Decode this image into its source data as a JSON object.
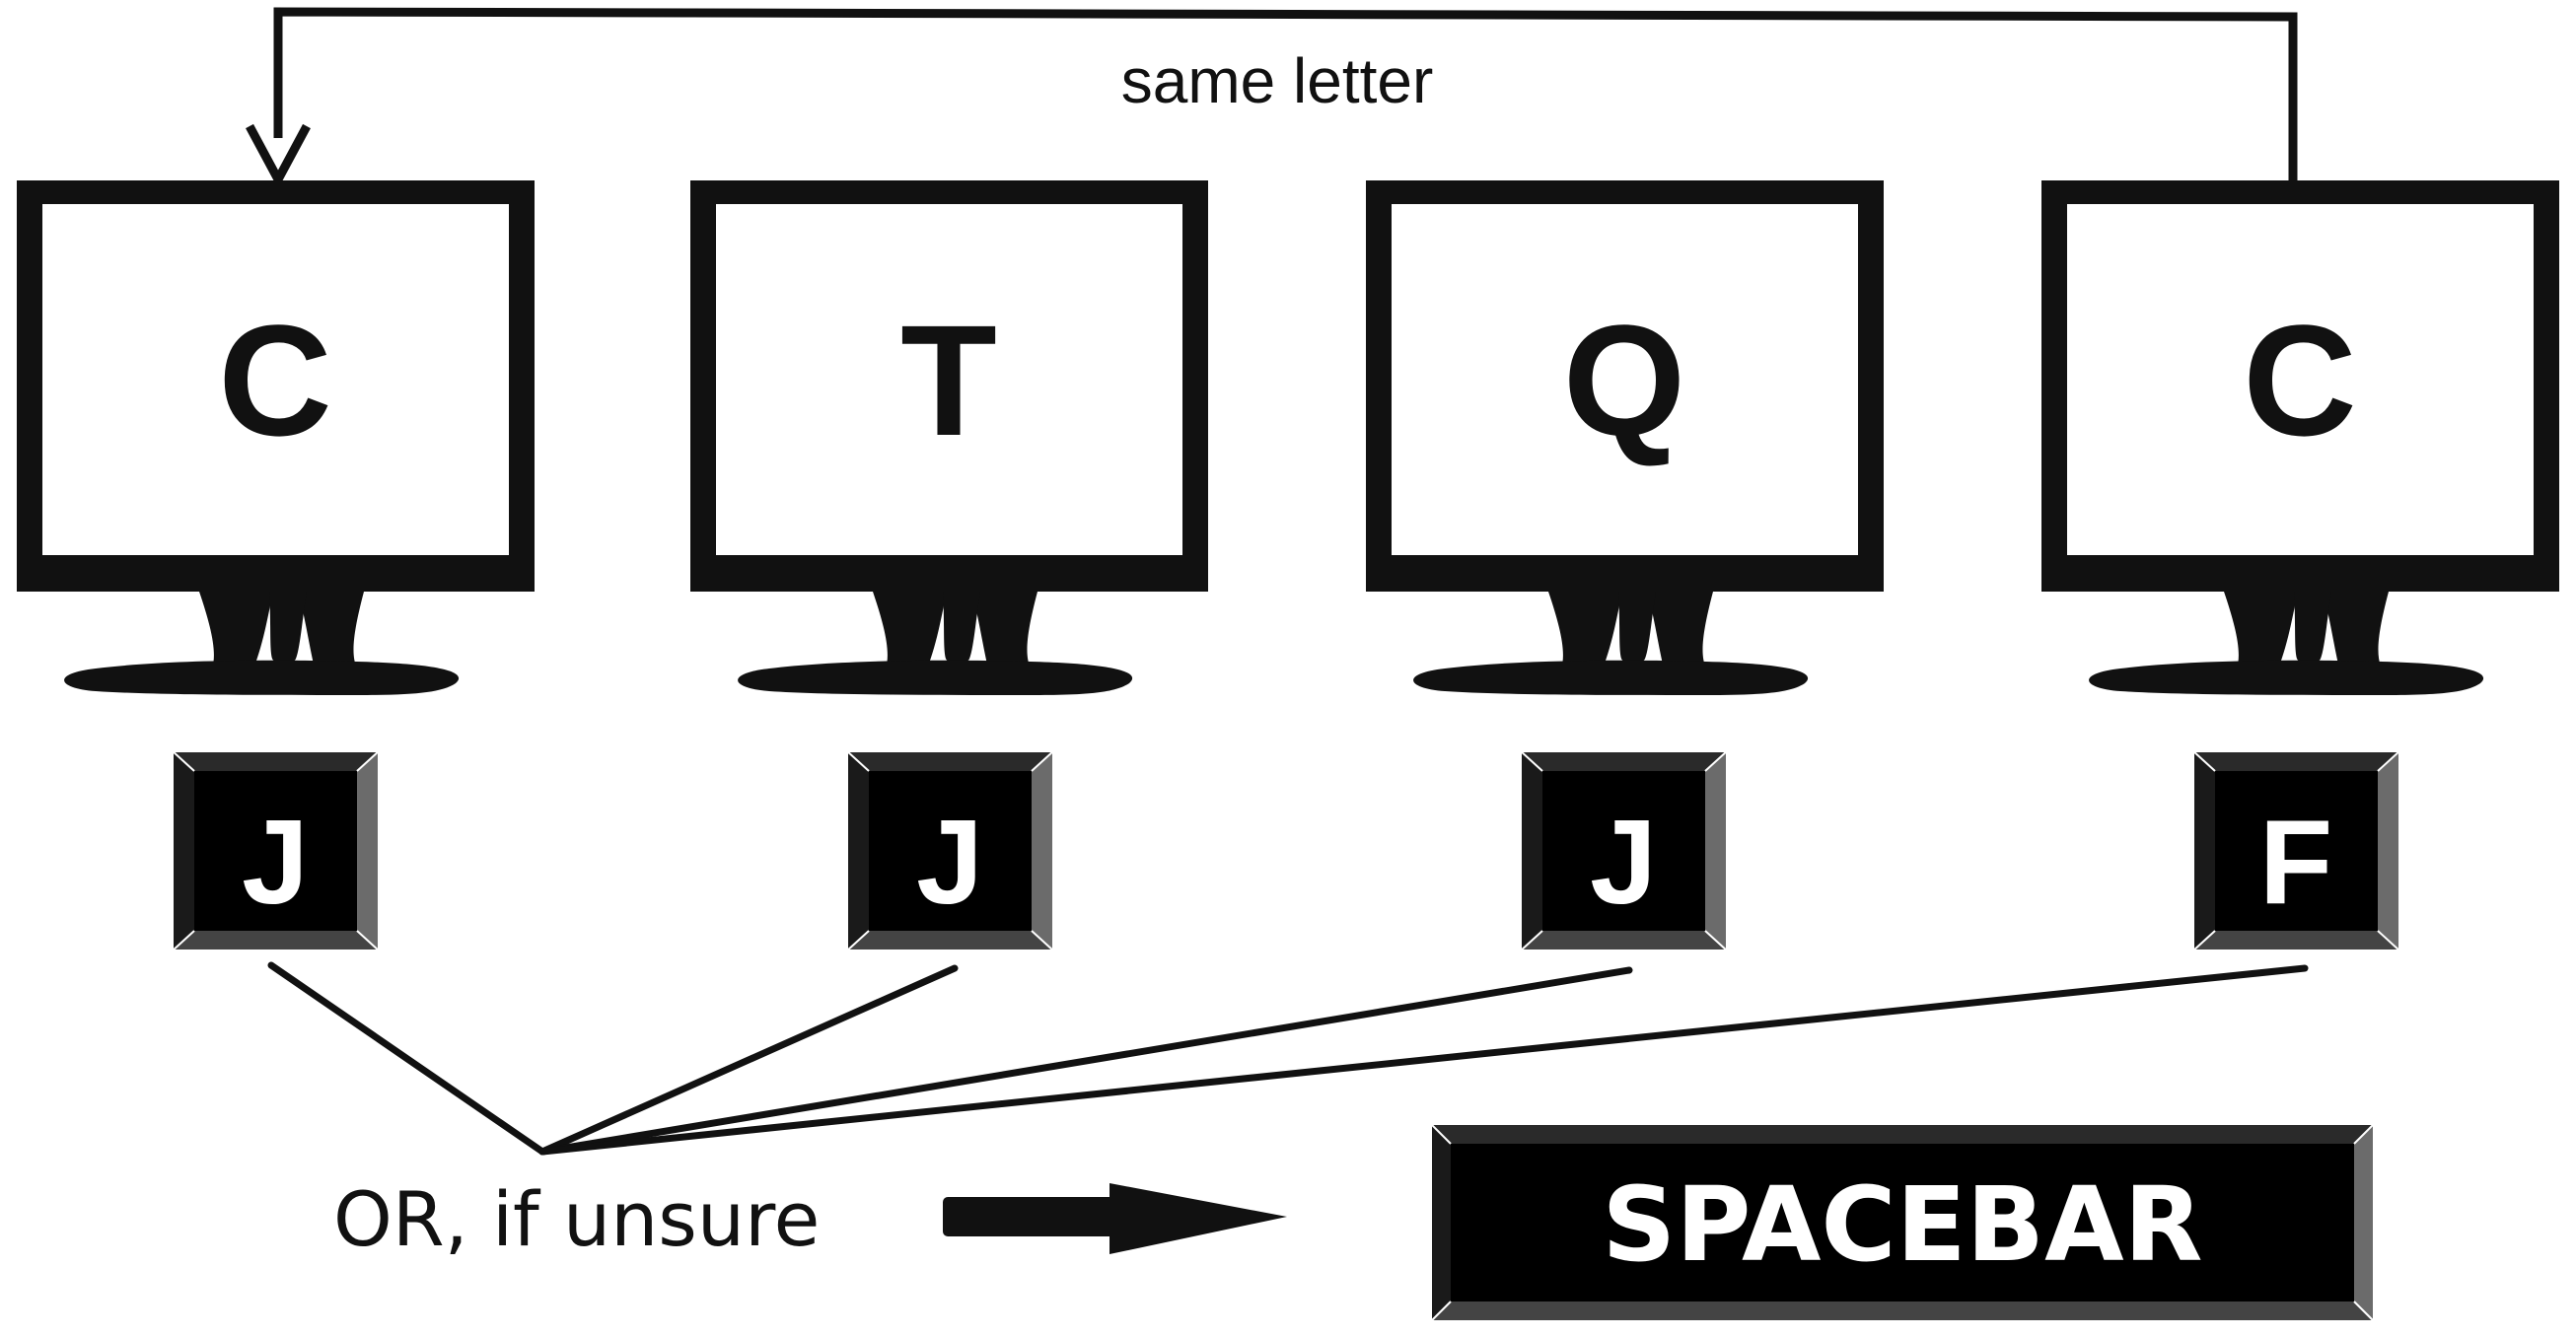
{
  "annotation": {
    "same_letter": "same letter"
  },
  "trials": [
    {
      "screen_letter": "C",
      "response_key": "J"
    },
    {
      "screen_letter": "T",
      "response_key": "J"
    },
    {
      "screen_letter": "Q",
      "response_key": "J"
    },
    {
      "screen_letter": "C",
      "response_key": "F"
    }
  ],
  "alternative": {
    "label": "OR, if unsure",
    "key_label": "SPACEBAR"
  },
  "icons": {
    "monitor": "monitor-icon",
    "keycap": "keycap-icon",
    "arrow": "right-arrow-icon"
  },
  "colors": {
    "ink": "#111111",
    "key_face": "#000000",
    "bevel_top": "#2a2a2a",
    "bevel_side": "#6b6b6b",
    "bevel_bottom": "#444444",
    "key_text": "#ffffff"
  }
}
